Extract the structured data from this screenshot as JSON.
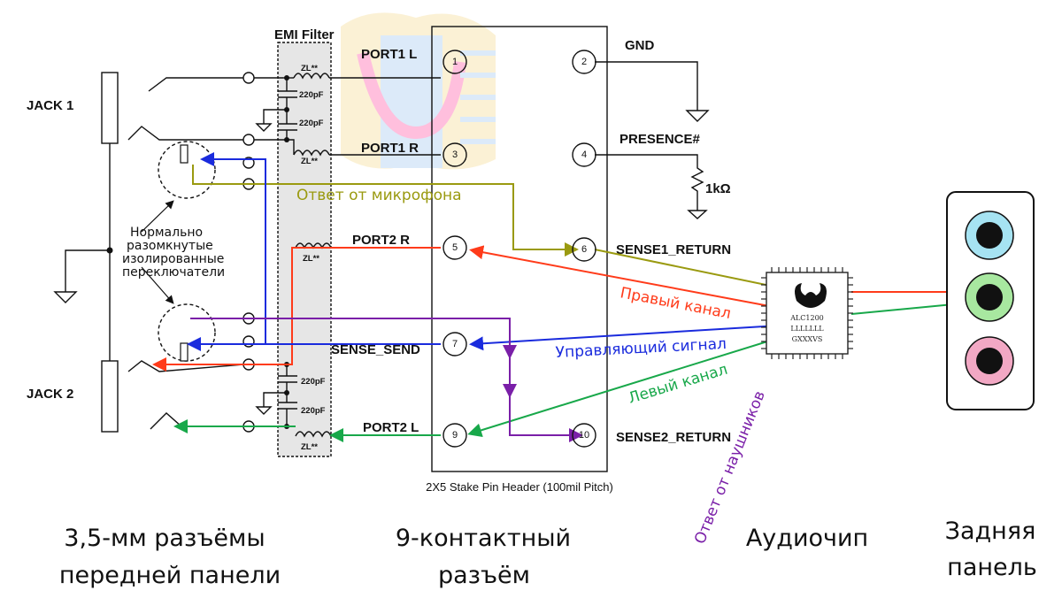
{
  "labels": {
    "emi_filter": "EMI Filter",
    "jack1": "JACK 1",
    "jack2": "JACK 2",
    "port1_l": "PORT1 L",
    "port1_r": "PORT1 R",
    "port2_r": "PORT2 R",
    "port2_l": "PORT2 L",
    "sense_send": "SENSE_SEND",
    "gnd": "GND",
    "presence": "PRESENCE#",
    "resistor": "1kΩ",
    "sense1_return": "SENSE1_RETURN",
    "sense2_return": "SENSE2_RETURN",
    "cap_value": "220pF",
    "inductor": "ZL**",
    "header_caption": "2X5 Stake Pin Header (100mil Pitch)",
    "chip_model": "ALC1200",
    "chip_line2": "LLLLLLL",
    "chip_line3": "GXXXVS"
  },
  "pins": [
    "1",
    "2",
    "3",
    "4",
    "5",
    "6",
    "7",
    "9",
    "10"
  ],
  "note_lines": [
    "Нормально",
    "разомкнутые",
    "изолированные",
    "переключатели"
  ],
  "annotations": {
    "mic_response": "Ответ от микрофона",
    "right_channel": "Правый канал",
    "control_signal": "Управляющий сигнал",
    "left_channel": "Левый канал",
    "headphone_response": "Ответ от наушников"
  },
  "captions": {
    "front_jacks": [
      "3,5-мм разъёмы",
      "передней панели"
    ],
    "connector": [
      "9-контактный",
      "разъём"
    ],
    "audio_chip": "Аудиочип",
    "rear_panel": [
      "Задняя",
      "панель"
    ]
  },
  "colors": {
    "mic": "#9a9a10",
    "right": "#ff3b1a",
    "control": "#1a2bdd",
    "left": "#18a84a",
    "headphone": "#7a1fa8",
    "jack_blue": "#a6e3f2",
    "jack_green": "#a8e8a0",
    "jack_pink": "#f2a8c4"
  }
}
